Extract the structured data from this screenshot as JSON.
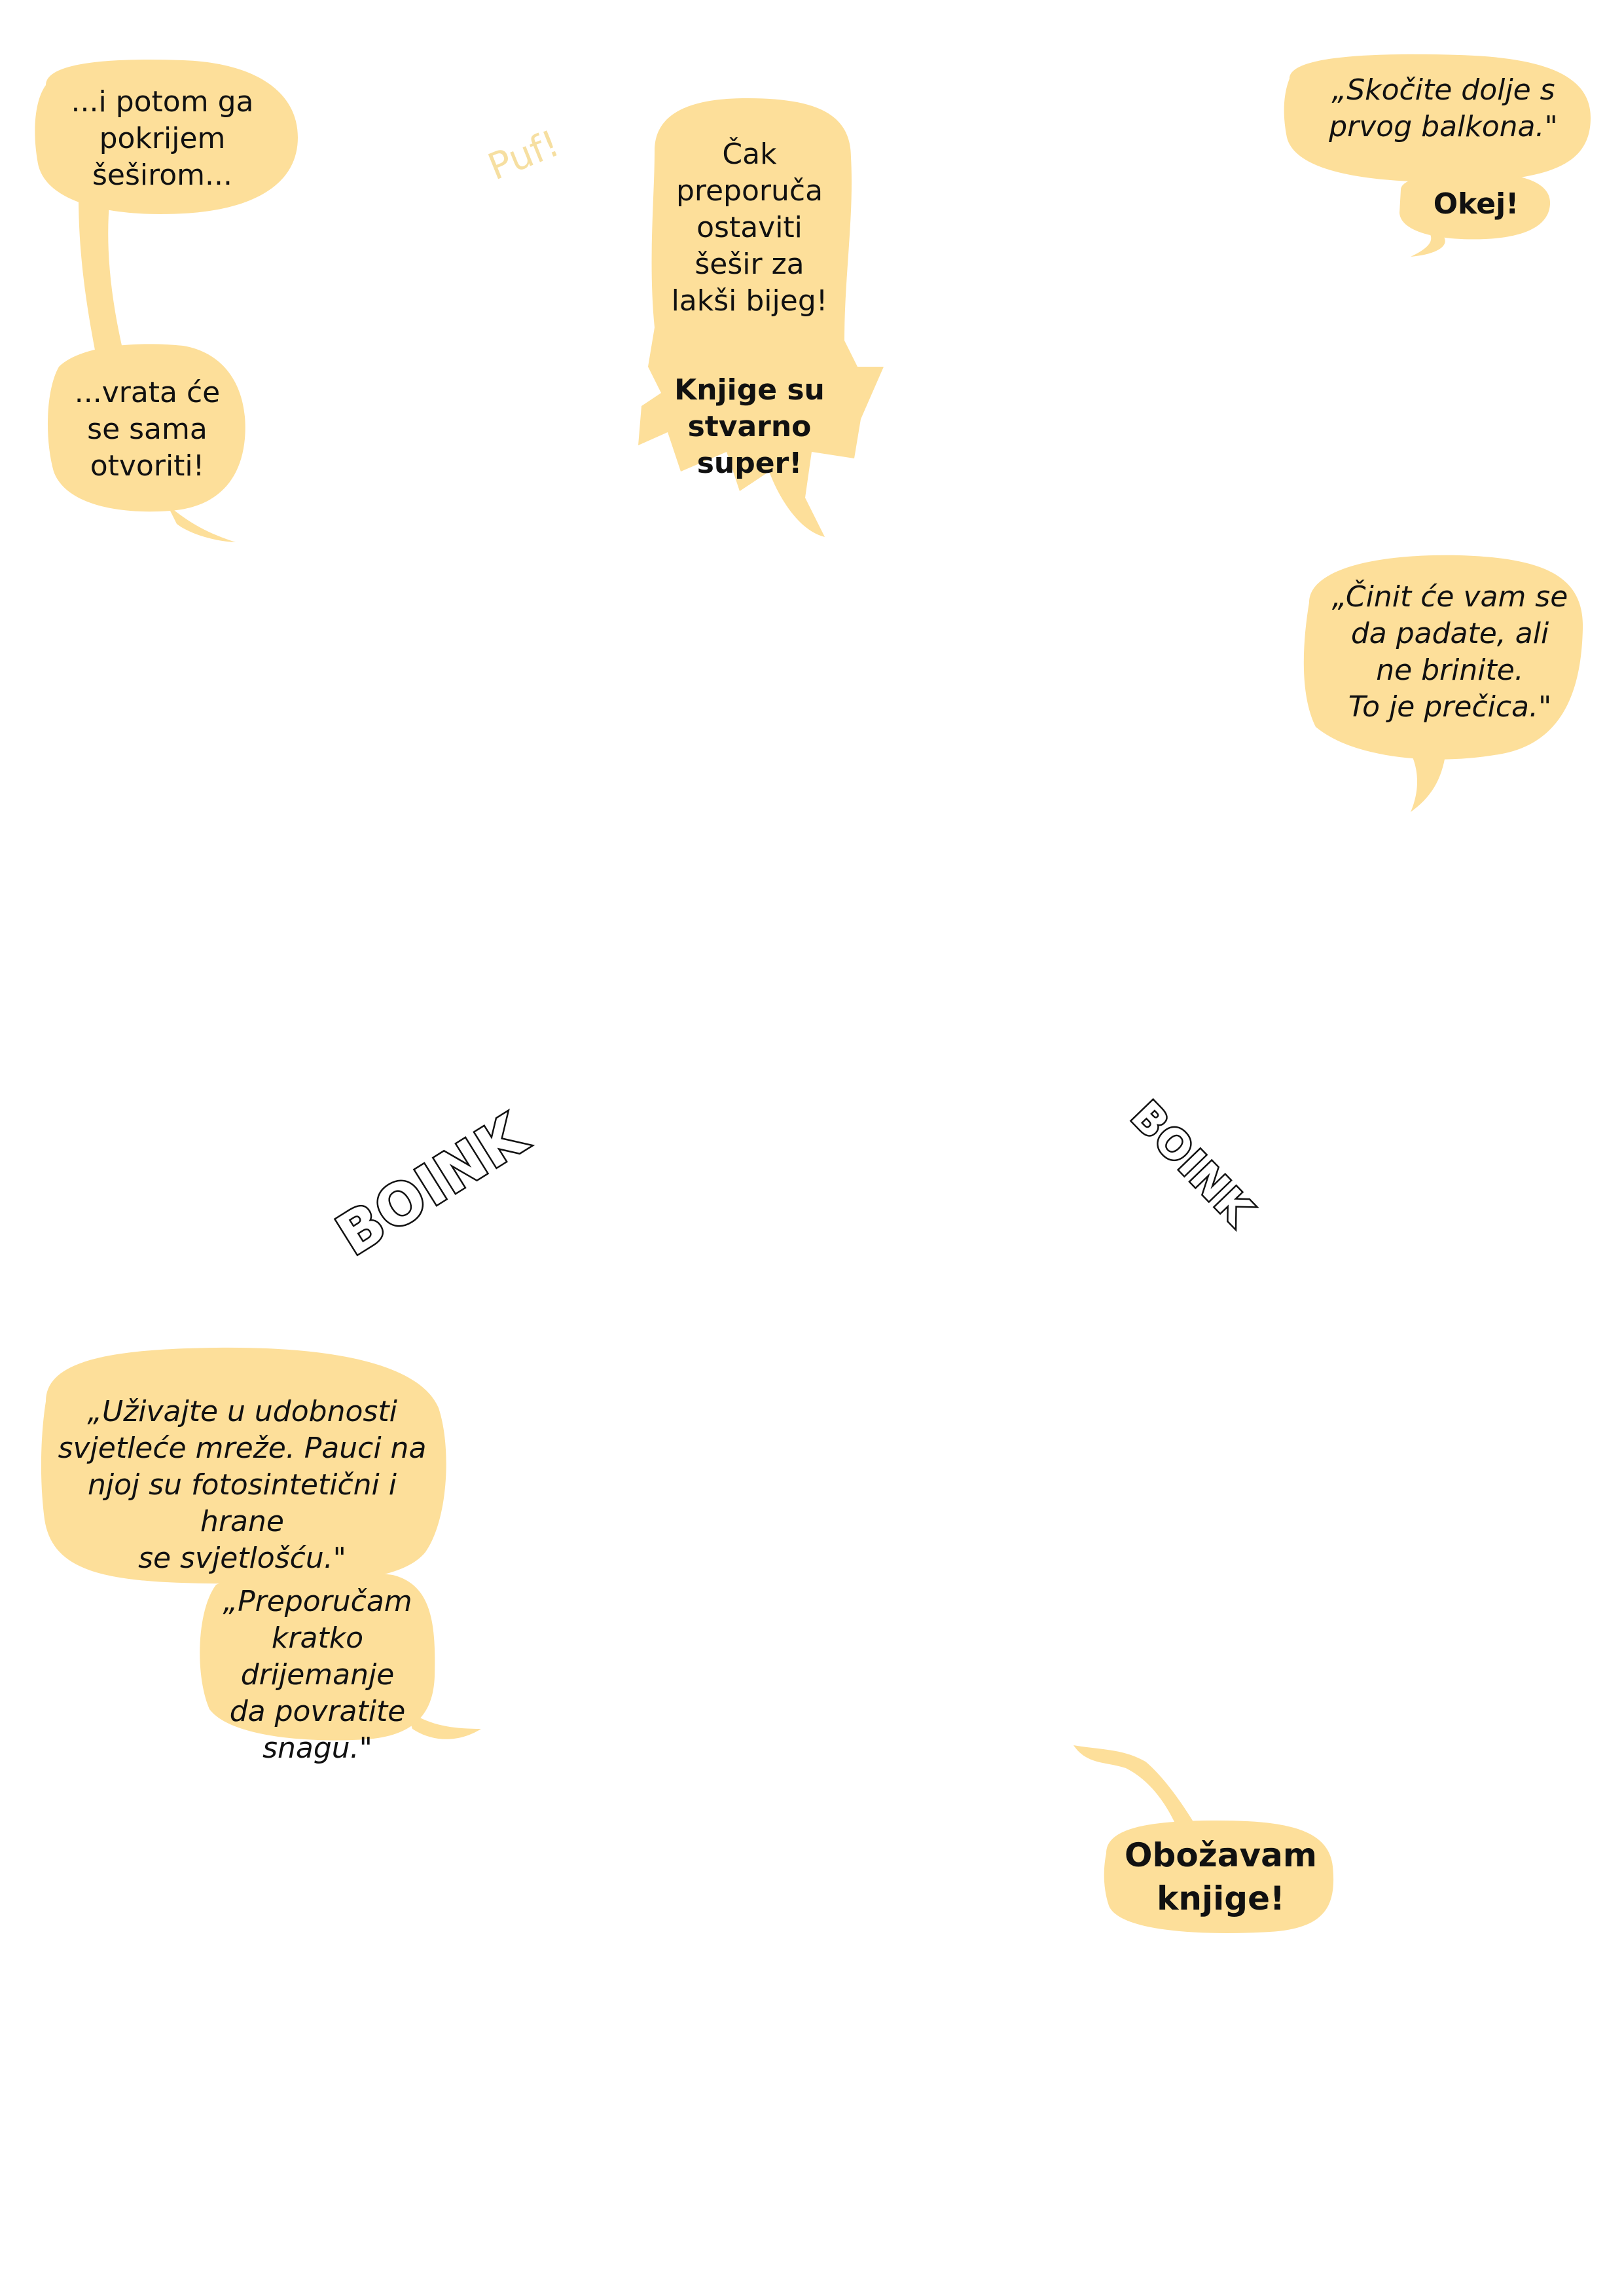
{
  "colors": {
    "bubble": "#fddf9a",
    "text": "#111111",
    "faint": "#f6dfa1"
  },
  "bubbles": {
    "hat": "...i potom ga\npokrijem\nšeširom...",
    "door": "...vrata će\nse sama\notvoriti!",
    "recommend": "Čak\npreporuča\nostaviti\nšešir za\nlakši bijeg!",
    "books_super": "Knjige su\nstvarno super!",
    "jump": "„Skočite dolje s\nprvog balkona.\"",
    "okay": "Okej!",
    "falling": "„Činit će vam se\nda padate, ali\nne brinite.\nTo je prečica.\"",
    "web": "„Uživajte u udobnosti\nsvjetleće mreže. Pauci na\nnjoj su fotosintetični i hrane\nse svjetlošću.\"",
    "nap": "„Preporučam\nkratko drijemanje\nda povratite\nsnagu.\"",
    "love_books": "Obožavam\nknjige!"
  },
  "sfx": {
    "puf": "Puf!",
    "boink_left": "BOINK",
    "boink_right": "BOINK"
  }
}
